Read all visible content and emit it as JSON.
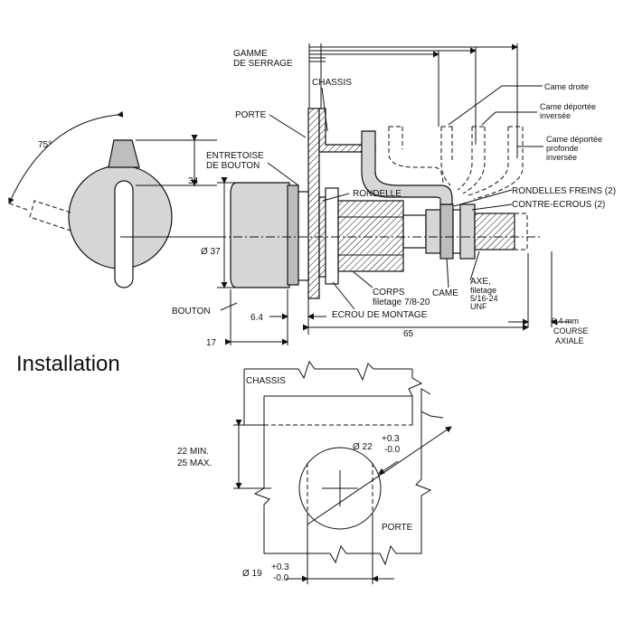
{
  "title": "Installation",
  "labels": {
    "gamme": [
      "GAMME",
      "DE SERRAGE"
    ],
    "chassis": "CHASSIS",
    "porte": "PORTE",
    "entretoise": [
      "ENTRETOISE",
      "DE BOUTON"
    ],
    "rondelle": "RONDELLE",
    "came_droite": "Came droite",
    "came_deportee_inversee": [
      "Came déportée",
      "inversée"
    ],
    "came_deportee_profonde": [
      "Came déportée",
      "profonde",
      "inversée"
    ],
    "rondelles_freins": "RONDELLES FREINS (2)",
    "contre_ecrous": "CONTRE-ECROUS (2)",
    "axe": [
      "AXE,",
      "filetage",
      "5/16-24",
      "UNF"
    ],
    "came": "CAME",
    "corps": [
      "CORPS",
      "filetage 7/8-20"
    ],
    "ecrou": "ECROU DE MONTAGE",
    "bouton": "BOUTON",
    "course": [
      "6,4 mm",
      "COURSE",
      "AXIALE"
    ],
    "chassis_bottom": "CHASSIS",
    "porte_bottom": "PORTE"
  },
  "dimensions": {
    "angle": "75°",
    "d34": "34",
    "d37": "Ø 37",
    "d64": "6.4",
    "d17": "17",
    "d65": "65",
    "min_max": [
      "22 MIN.",
      "25 MAX."
    ],
    "d22": "Ø 22",
    "tol_plus": "+0.3",
    "tol_minus": "-0.0",
    "d19": "Ø 19",
    "tol19_plus": "+0.3",
    "tol19_minus": "-0.0"
  }
}
